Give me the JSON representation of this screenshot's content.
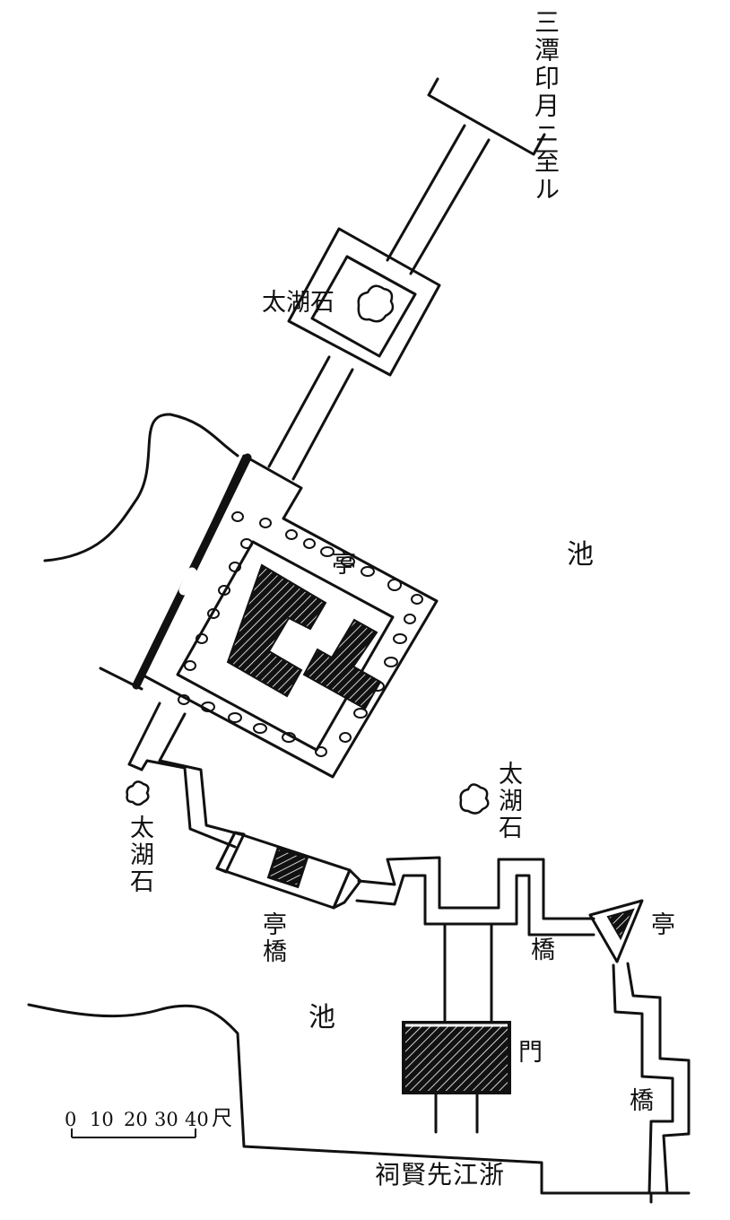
{
  "labels": {
    "to_three_pools": "三潭印月ニ至ル",
    "taihu_rock_top": "太湖石",
    "pavilion_main": "亭",
    "pond_upper": "池",
    "taihu_rock_mid": "太湖石",
    "taihu_rock_left": "太湖石",
    "pavilion_bridge": "亭橋",
    "bridge_middle": "橋",
    "pavilion_right": "亭",
    "pond_lower": "池",
    "gate": "門",
    "bridge_right": "橋",
    "shrine": "浙江先賢祠"
  },
  "scale": {
    "ticks": [
      "0",
      "10",
      "20",
      "30",
      "40"
    ],
    "unit": "尺"
  },
  "colors": {
    "ink": "#111111",
    "paper": "#ffffff"
  }
}
